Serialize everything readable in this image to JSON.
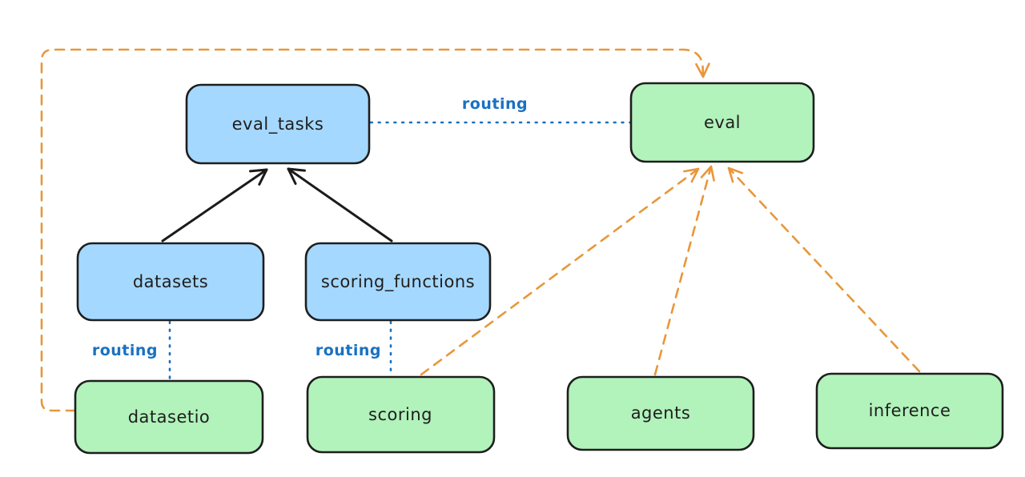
{
  "colors": {
    "background": "#ffffff",
    "node_stroke": "#1e1e1e",
    "blue_node_fill": "#a5d8ff",
    "green_node_fill": "#b2f2bb",
    "routing_blue": "#1971c2",
    "orange": "#e8973a",
    "black_arrow": "#1b1b1b"
  },
  "nodes": {
    "eval_tasks": {
      "label": "eval_tasks",
      "color": "blue"
    },
    "eval": {
      "label": "eval",
      "color": "green"
    },
    "datasets": {
      "label": "datasets",
      "color": "blue"
    },
    "scoring_functions": {
      "label": "scoring_functions",
      "color": "blue"
    },
    "datasetio": {
      "label": "datasetio",
      "color": "green"
    },
    "scoring": {
      "label": "scoring",
      "color": "green"
    },
    "agents": {
      "label": "agents",
      "color": "green"
    },
    "inference": {
      "label": "inference",
      "color": "green"
    }
  },
  "edges": [
    {
      "from": "eval_tasks",
      "to": "eval",
      "style": "dotted",
      "color": "blue",
      "label": "routing"
    },
    {
      "from": "datasets",
      "to": "datasetio",
      "style": "dotted",
      "color": "blue",
      "label": "routing"
    },
    {
      "from": "scoring_functions",
      "to": "scoring",
      "style": "dotted",
      "color": "blue",
      "label": "routing"
    },
    {
      "from": "datasets",
      "to": "eval_tasks",
      "style": "solid-arrow",
      "color": "black",
      "label": ""
    },
    {
      "from": "scoring_functions",
      "to": "eval_tasks",
      "style": "solid-arrow",
      "color": "black",
      "label": ""
    },
    {
      "from": "datasetio",
      "to": "eval",
      "style": "dashed-arrow",
      "color": "orange",
      "label": ""
    },
    {
      "from": "scoring",
      "to": "eval",
      "style": "dashed-arrow",
      "color": "orange",
      "label": ""
    },
    {
      "from": "agents",
      "to": "eval",
      "style": "dashed-arrow",
      "color": "orange",
      "label": ""
    },
    {
      "from": "inference",
      "to": "eval",
      "style": "dashed-arrow",
      "color": "orange",
      "label": ""
    }
  ]
}
